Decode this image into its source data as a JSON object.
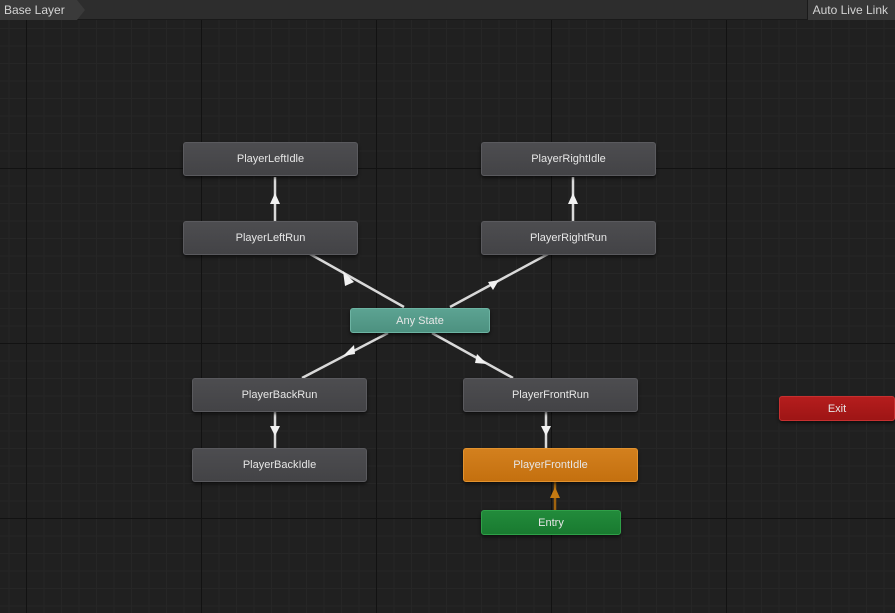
{
  "toolbar": {
    "breadcrumb": "Base Layer",
    "auto_live_link": "Auto Live Link"
  },
  "colors": {
    "canvas": "#202020",
    "state_node": "#49494c",
    "default_state": "#cc7716",
    "any_state": "#56a08e",
    "entry": "#208536",
    "exit": "#aa1919",
    "transition": "#d9d9d9",
    "entry_transition": "#a0630e"
  },
  "nodes": {
    "player_left_idle": "PlayerLeftIdle",
    "player_right_idle": "PlayerRightIdle",
    "player_left_run": "PlayerLeftRun",
    "player_right_run": "PlayerRightRun",
    "any_state": "Any State",
    "player_back_run": "PlayerBackRun",
    "player_front_run": "PlayerFrontRun",
    "player_back_idle": "PlayerBackIdle",
    "player_front_idle": "PlayerFrontIdle",
    "entry": "Entry",
    "exit": "Exit"
  },
  "transitions": [
    {
      "from": "Any State",
      "to": "PlayerLeftRun"
    },
    {
      "from": "Any State",
      "to": "PlayerRightRun"
    },
    {
      "from": "Any State",
      "to": "PlayerBackRun"
    },
    {
      "from": "Any State",
      "to": "PlayerFrontRun"
    },
    {
      "from": "PlayerLeftRun",
      "to": "PlayerLeftIdle"
    },
    {
      "from": "PlayerRightRun",
      "to": "PlayerRightIdle"
    },
    {
      "from": "PlayerBackRun",
      "to": "PlayerBackIdle"
    },
    {
      "from": "PlayerFrontRun",
      "to": "PlayerFrontIdle"
    },
    {
      "from": "Entry",
      "to": "PlayerFrontIdle"
    }
  ]
}
